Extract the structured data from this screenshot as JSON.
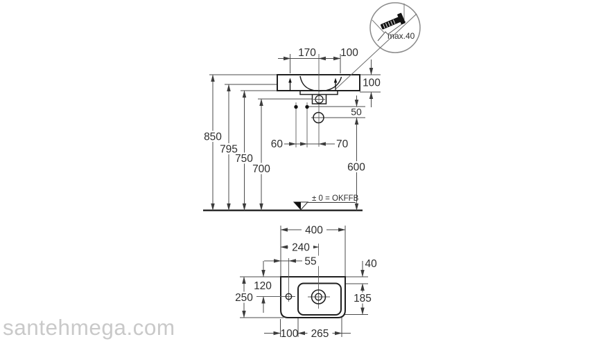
{
  "watermark": {
    "text": "santehmega.com"
  },
  "detail_view": {
    "label": "max.40"
  },
  "front_view": {
    "dim_left_span": "170",
    "dim_right_span": "100",
    "dim_apron_height": "100",
    "dim_supply_offset": "50",
    "dim_fixing_spacing": "60",
    "dim_fixing_to_supply": "70",
    "dim_height_rim": "850",
    "dim_height_795": "795",
    "dim_height_750": "750",
    "dim_height_700": "700",
    "dim_height_supply": "600",
    "datum_label": "± 0 = OKFFB"
  },
  "top_view": {
    "dim_width": "400",
    "dim_tap_from_left": "240",
    "dim_fixing_from_left": "55",
    "dim_back_ledge": "40",
    "dim_fixing_depth": "120",
    "dim_depth": "250",
    "dim_bowl_depth": "185",
    "dim_bowl_from_left": "100",
    "dim_bowl_width": "265"
  }
}
